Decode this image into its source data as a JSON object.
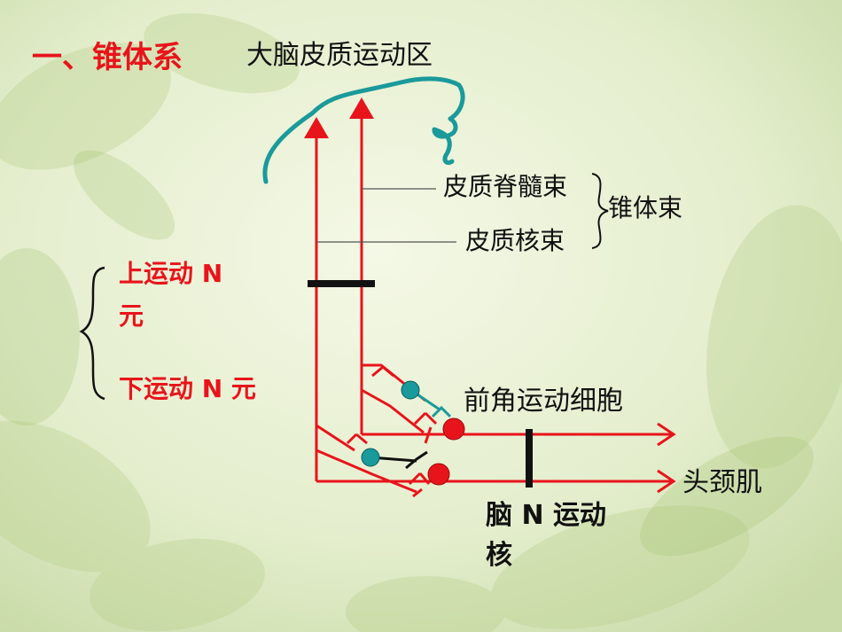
{
  "colors": {
    "red": "#e8141b",
    "teal": "#1a9a9a",
    "text": "#111111",
    "background": "#e7f0d2"
  },
  "heading": {
    "section": "一、锥体系",
    "cortex": "大脑皮质运动区"
  },
  "tracts": {
    "corticospinal": "皮质脊髓束",
    "corticonuclear": "皮质核束",
    "pyramidal": "锥体束"
  },
  "neurons": {
    "upper_line1": "上运动 N",
    "upper_line2": "元",
    "lower": "下运动 N 元"
  },
  "targets": {
    "anterior_horn": "前角运动细胞",
    "head_neck_muscle": "头颈肌",
    "cranial_nuclei_line1": "脑 N 运动",
    "cranial_nuclei_line2": "核"
  }
}
